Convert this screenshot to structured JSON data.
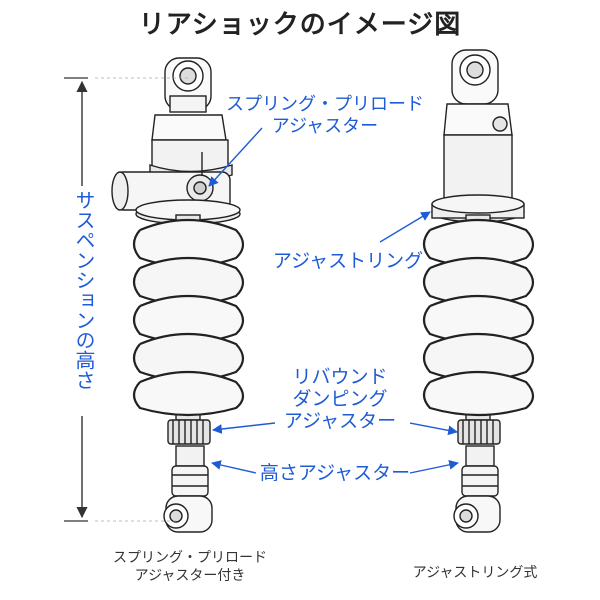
{
  "title": "リアショックのイメージ図",
  "labels": {
    "preload_adjuster": [
      "スプリング・プリロード",
      "アジャスター"
    ],
    "adjust_ring": "アジャストリング",
    "rebound": [
      "リバウンド",
      "ダンピング",
      "アジャスター"
    ],
    "ride_height": "高さアジャスター",
    "suspension_height": "サスペンションの高さ"
  },
  "captions": {
    "left": [
      "スプリング・プリロード",
      "アジャスター付き"
    ],
    "right": "アジャストリング式"
  },
  "colors": {
    "label": "#1e5bd6",
    "outline": "#222222",
    "spring": "#f3f3f3"
  }
}
